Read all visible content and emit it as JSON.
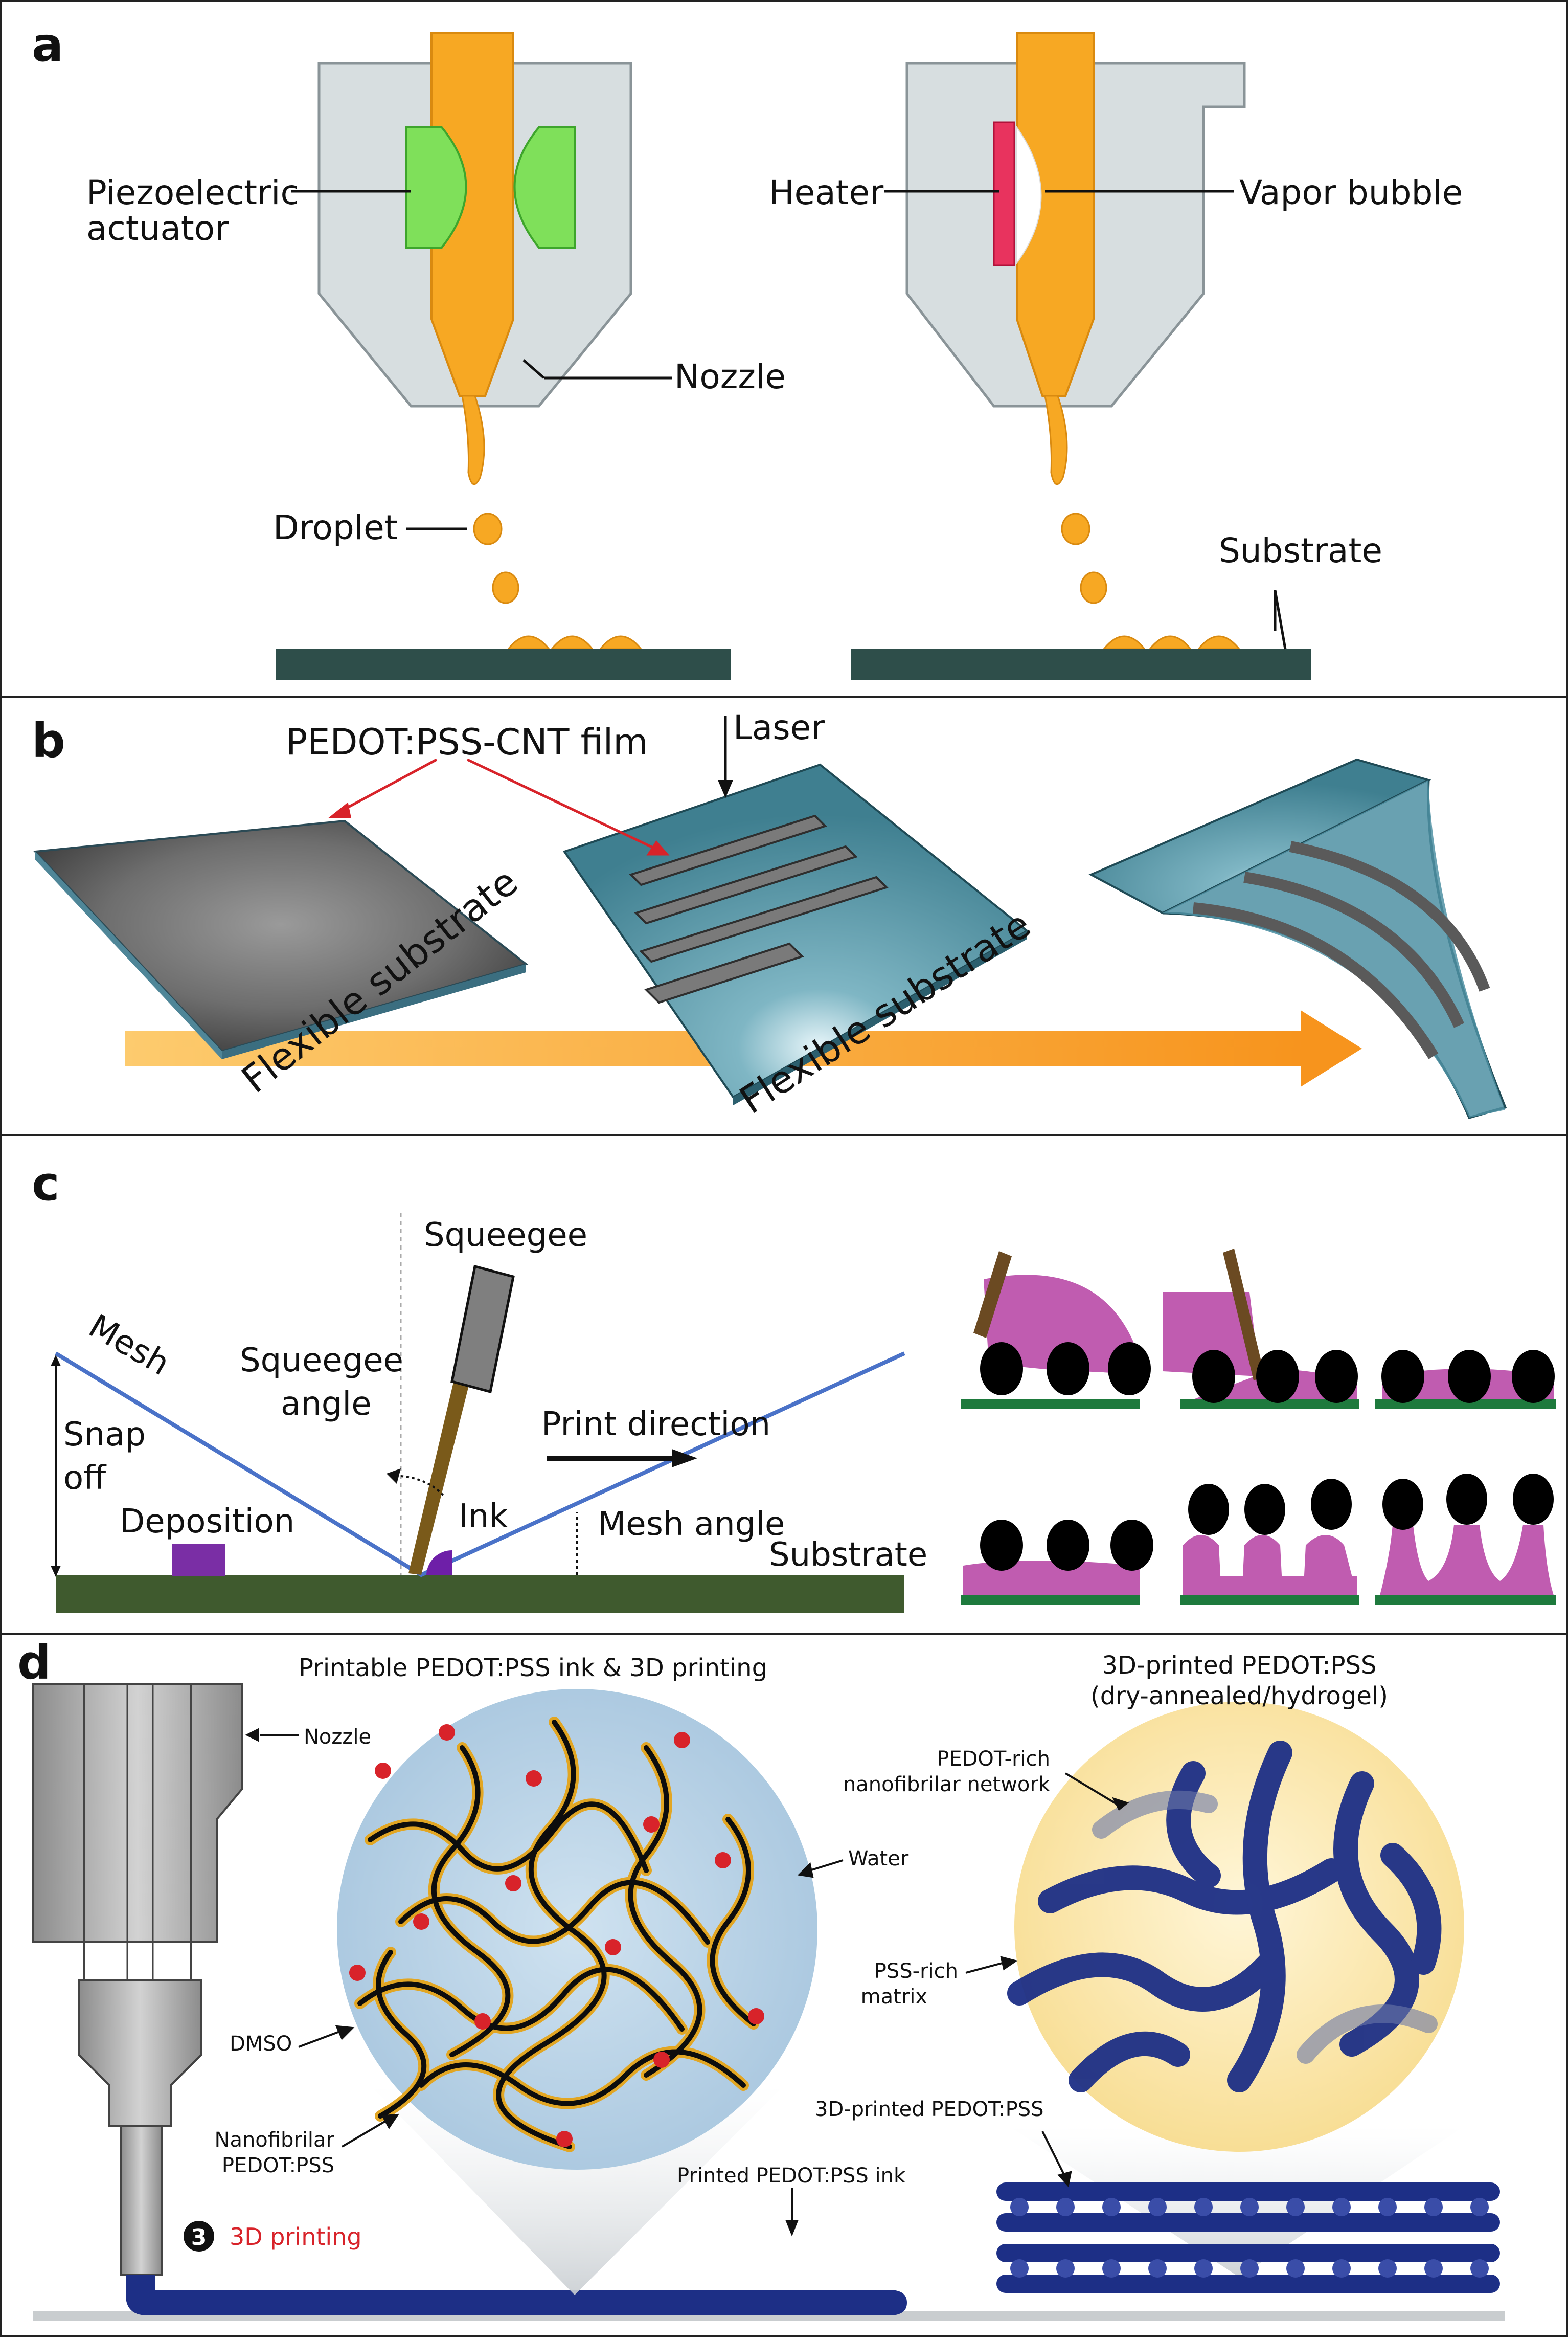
{
  "panels": {
    "a": {
      "letter": "a",
      "piezoelectric_line1": "Piezoelectric",
      "piezoelectric_line2": "actuator",
      "nozzle": "Nozzle",
      "droplet": "Droplet",
      "heater": "Heater",
      "vapor_bubble": "Vapor bubble",
      "substrate": "Substrate"
    },
    "b": {
      "letter": "b",
      "film": "PEDOT:PSS-CNT film",
      "laser": "Laser",
      "flexible_substrate_1": "Flexible substrate",
      "flexible_substrate_2": "Flexible substrate"
    },
    "c": {
      "letter": "c",
      "squeegee": "Squeegee",
      "print_direction": "Print direction",
      "mesh": "Mesh",
      "squeegee_angle_line1": "Squeegee",
      "squeegee_angle_line2": "angle",
      "snap_line1": "Snap",
      "snap_line2": "off",
      "deposition": "Deposition",
      "ink": "Ink",
      "mesh_angle": "Mesh angle",
      "substrate": "Substrate"
    },
    "d": {
      "letter": "d",
      "title_left": "Printable PEDOT:PSS ink & 3D printing",
      "title_right_line1": "3D-printed PEDOT:PSS",
      "title_right_line2": "(dry-annealed/hydrogel)",
      "nozzle": "Nozzle",
      "water": "Water",
      "dmso": "DMSO",
      "nanofibrilar_line1": "Nanofibrilar",
      "nanofibrilar_line2": "PEDOT:PSS",
      "step_number": "3",
      "step_label": "3D printing",
      "printed_ink": "Printed PEDOT:PSS ink",
      "pedot_rich_line1": "PEDOT-rich",
      "pedot_rich_line2": "nanofibrilar network",
      "pss_rich_line1": "PSS-rich",
      "pss_rich_line2": "matrix",
      "printed_label": "3D-printed PEDOT:PSS"
    }
  },
  "colors": {
    "ink_orange": "#F7A823",
    "nozzle_gray": "#D7DEE0",
    "piezo_green": "#7FE05A",
    "heater_red": "#E8335E",
    "substrate_dark": "#2E4E4A",
    "mesh_blue": "#4A72C8",
    "squeegee_brown": "#7A5A1A",
    "ink_purple": "#A040B0",
    "ground_green": "#3F5A2E",
    "paste_pink": "#C05CB0",
    "pedot_navy": "#1D2F86",
    "water_blue": "#B9D4E8",
    "matrix_yellow": "#FBE8B0"
  }
}
